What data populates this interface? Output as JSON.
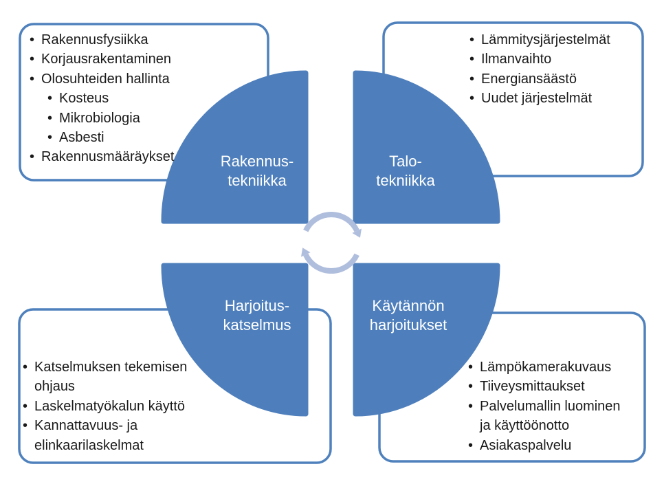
{
  "diagram": {
    "type": "quadrant-cycle",
    "quadrants": {
      "top_left": {
        "label_lines": [
          "Rakennus-",
          "tekniikka"
        ]
      },
      "top_right": {
        "label_lines": [
          "Talo-",
          "tekniikka"
        ]
      },
      "bottom_left": {
        "label_lines": [
          "Harjoitus-",
          "katselmus"
        ]
      },
      "bottom_right": {
        "label_lines": [
          "Käytännön",
          "harjoitukset"
        ]
      }
    },
    "callouts": {
      "top_left": {
        "items": [
          {
            "text": "Rakennusfysiikka",
            "level": 1
          },
          {
            "text": "Korjausrakentaminen",
            "level": 1
          },
          {
            "text": "Olosuhteiden hallinta",
            "level": 1
          },
          {
            "text": "Kosteus",
            "level": 2
          },
          {
            "text": "Mikrobiologia",
            "level": 2
          },
          {
            "text": "Asbesti",
            "level": 2
          },
          {
            "text": "Rakennusmääräykset",
            "level": 1
          }
        ]
      },
      "top_right": {
        "items": [
          {
            "text": "Lämmitysjärjestelmät",
            "level": 1
          },
          {
            "text": "Ilmanvaihto",
            "level": 1
          },
          {
            "text": "Energiansäästö",
            "level": 1
          },
          {
            "text": "Uudet järjestelmät",
            "level": 1
          }
        ]
      },
      "bottom_left": {
        "items": [
          {
            "text": "Katselmuksen tekemisen ohjaus",
            "level": 1
          },
          {
            "text": "Laskelmatyökalun käyttö",
            "level": 1
          },
          {
            "text": "Kannattavuus- ja elinkaarilaskelmat",
            "level": 1
          }
        ]
      },
      "bottom_right": {
        "items": [
          {
            "text": "Lämpökamerakuvaus",
            "level": 1
          },
          {
            "text": "Tiiveysmittaukset",
            "level": 1
          },
          {
            "text": "Palvelumallin luominen ja käyttöönotto",
            "level": 1
          },
          {
            "text": "Asiakaspalvelu",
            "level": 1
          }
        ]
      }
    },
    "colors": {
      "background": "#ffffff",
      "quadrant_fill": "#4e7fbc",
      "box_border": "#4f81bd",
      "cycle_arrow": "#b0bedd",
      "label_text": "#ffffff",
      "body_text": "#1a1a1a"
    }
  }
}
